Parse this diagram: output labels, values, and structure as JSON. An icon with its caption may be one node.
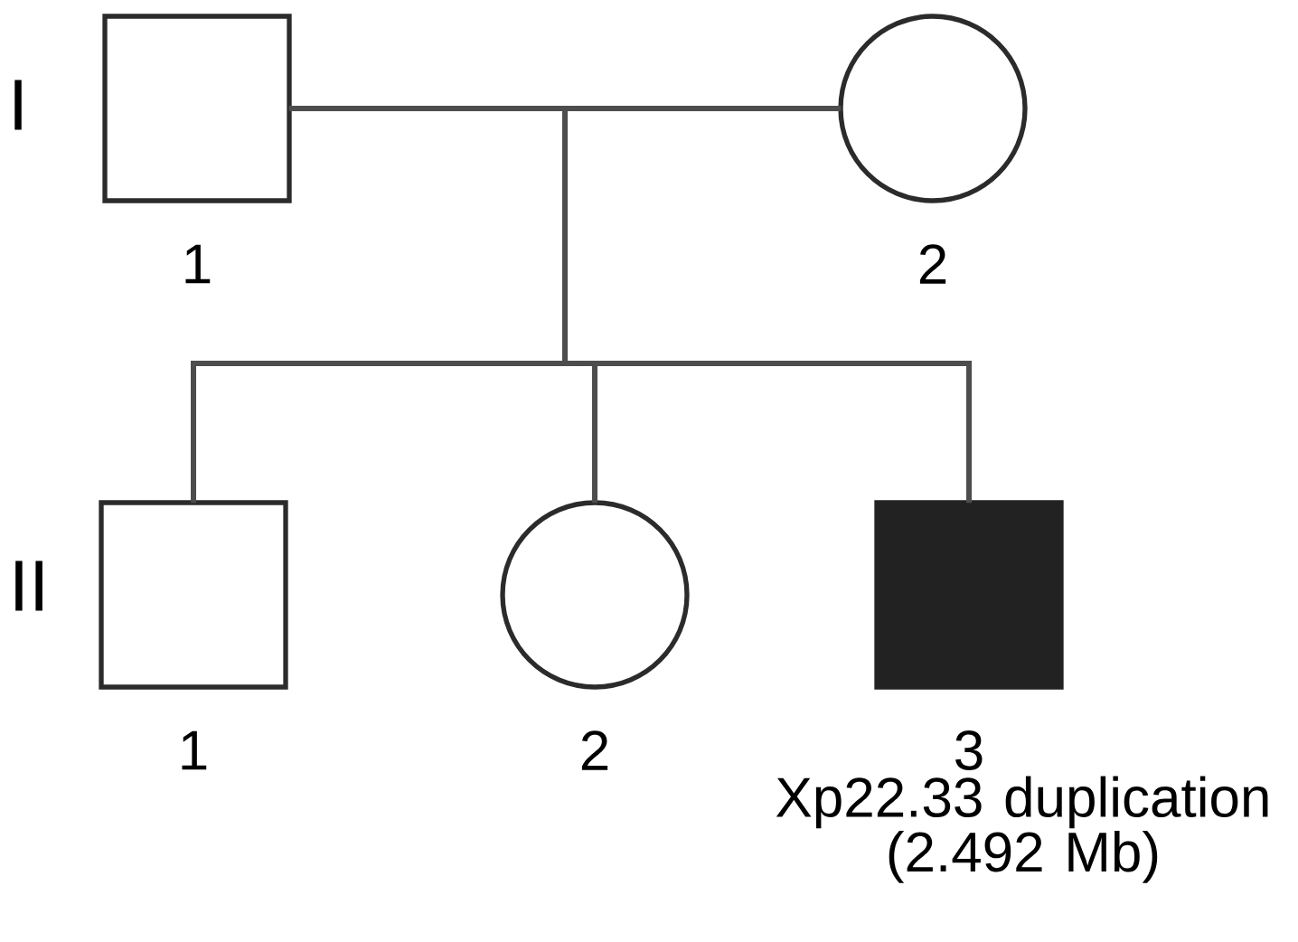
{
  "diagram": {
    "nodes": [
      {
        "text": [],
        "shape": "box",
        "beside": [
          "1"
        ]
      },
      {
        "text": [],
        "shape": "circle",
        "beside": [
          "2"
        ]
      },
      {
        "text": [],
        "shape": "box",
        "beside": [
          "1"
        ]
      },
      {
        "text": [],
        "shape": "circle",
        "beside": [
          "2"
        ]
      },
      {
        "text": [],
        "shape": "box",
        "beside": [
          "3",
          "Xp22.33 duplication (2.492 Mb)"
        ]
      }
    ],
    "edges": [
      {
        "from": 0,
        "to": 1,
        "arrow": "none"
      },
      {
        "from": 0,
        "to": 2,
        "arrow": "none"
      },
      {
        "from": 0,
        "to": 3,
        "arrow": "none"
      },
      {
        "from": 0,
        "to": 4,
        "arrow": "none"
      },
      {
        "from": 1,
        "to": 2,
        "arrow": "none"
      },
      {
        "from": 1,
        "to": 3,
        "arrow": "none"
      },
      {
        "from": 1,
        "to": 4,
        "arrow": "none"
      }
    ],
    "labels": [
      "I",
      "II"
    ]
  }
}
